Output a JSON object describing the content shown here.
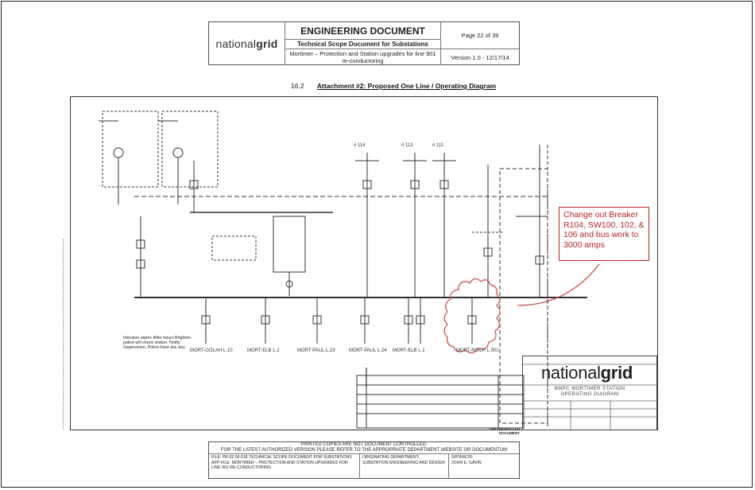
{
  "header": {
    "brand_light": "national",
    "brand_bold": "grid",
    "doc_type": "ENGINEERING DOCUMENT",
    "page": "Page 22 of 39",
    "doc_title": "Technical Scope Document for Substations",
    "description": "Mortimer  – Protection and Station upgrades for line 901 re-conductoring",
    "version": "Version 1.0 - 12/17/14"
  },
  "section": {
    "number": "16.2",
    "title": "Attachment #2: Proposed One Line / Operating Diagram"
  },
  "drawing": {
    "callout": "Change out Breaker R104, SW100, 102, & 106 and bus work to 3000 amps",
    "legend_text": "Intrusion alarm: After hours Brighton police will check station. Notify Supervision, Police have sta. key.",
    "title_block_brand_light": "national",
    "title_block_brand_bold": "grid",
    "title_block_line1": "NMPC MORTIMER STATION",
    "title_block_line2": "OPERATING DIAGRAM",
    "uncontrolled": "UNCONTROLLED DOCUMENT",
    "line_labels": [
      "MORT-GOLAH L.10",
      "MORT-ELB L.2",
      "MORT-PAUL L.23",
      "MORT-PAUL L.24",
      "MORT-ELB L.1",
      "MORT-ROCH L.901"
    ],
    "bus_labels": [
      "# 114",
      "# 113",
      "# 111"
    ]
  },
  "footer": {
    "notice_line1": "PRINTED COPIES ARE NOT DOCUMENT CONTROLLED.",
    "notice_line2": "FOR THE LATEST AUTHORIZED VERSION PLEASE REFER TO THE APPROPRIATE DEPARTMENT WEBSITE OR DOCUMENTUM",
    "file": "File: PR.02.00.018 Technical Scope Document for Substations",
    "app_file": "App File: Mortimer – Protection and Station upgrades for line 901 re-conductoring",
    "dept_label": "Originating Department:",
    "dept": "Substation Engineering and Design",
    "sponsor_label": "Sponsor:",
    "sponsor": "John E. Gavin"
  }
}
